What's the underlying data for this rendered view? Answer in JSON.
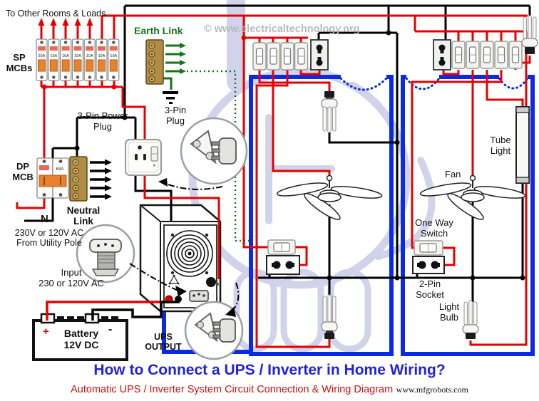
{
  "watermark_text": "© www.electricaltechnology.org",
  "title_block": {
    "title": "How to Connect a UPS / Inverter in Home Wiring?",
    "subtitle": "Automatic UPS / Inverter System Circuit Connection & Wiring Diagram",
    "credit": "www.mfgrobots.com"
  },
  "distribution": {
    "to_other_rooms": "To Other Rooms & Loads",
    "sp_mcbs": {
      "label": "SP MCBs",
      "ratings": [
        "20A",
        "16A",
        "16A",
        "10A",
        "10A",
        "10A",
        "10A"
      ]
    },
    "dp_mcb": {
      "label": "DP MCB",
      "rating": "63A"
    },
    "earth_link": "Earth Link",
    "neutral_link": "Neutral Link",
    "supply": {
      "n": "N",
      "line1": "230V or 120V AC",
      "line2": "From Utility Pole"
    }
  },
  "ups_section": {
    "power_plug": {
      "line1": "3-Pin Power",
      "line2": "Plug"
    },
    "plug": {
      "line1": "3-Pin",
      "line2": "Plug"
    },
    "input": {
      "line1": "Input",
      "line2": "230 or 120V AC"
    },
    "battery": {
      "line1": "Battery",
      "line2": "12V DC",
      "plus": "+",
      "minus": "-"
    },
    "output": {
      "line1": "UPS",
      "line2": "OUTPUT"
    }
  },
  "rooms": {
    "tube_light": {
      "line1": "Tube",
      "line2": "Light"
    },
    "fan": "Fan",
    "one_way_switch": {
      "line1": "One Way",
      "line2": "Switch"
    },
    "two_pin_socket": {
      "line1": "2-Pin",
      "line2": "Socket"
    },
    "light_bulb": {
      "line1": "Light",
      "line2": "Bulb"
    }
  },
  "colors": {
    "live": "#e60000",
    "neutral": "#000000",
    "ups_line": "#0a2ae6",
    "earth": "#157515",
    "title_blue": "#2121dd",
    "subtitle_red": "#cc1111",
    "watermark_gray": "#b9b9b9",
    "watermark_lavender": "#cdcfe9",
    "brass": "#b08c45",
    "mcb_orange": "#e8822e"
  }
}
